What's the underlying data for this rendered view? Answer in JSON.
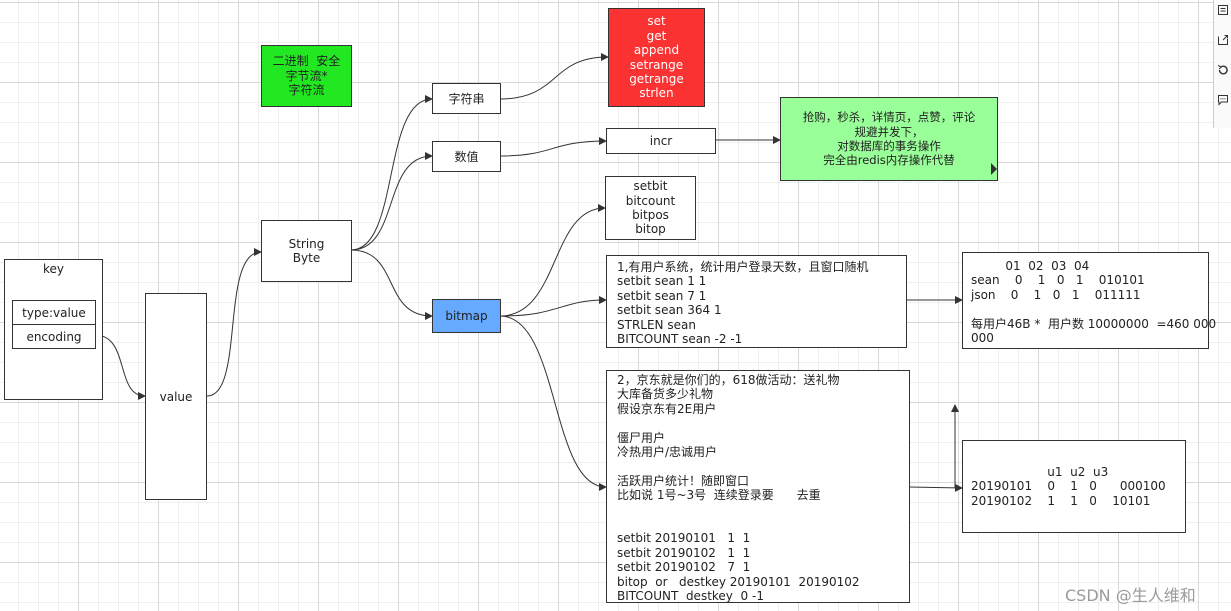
{
  "nodes": {
    "key": {
      "title": "key",
      "type_value": "type:value",
      "encoding": "encoding"
    },
    "value": "value",
    "string": [
      "String",
      "Byte"
    ],
    "binary_safe": [
      "二进制  安全",
      "字节流*",
      "字符流"
    ],
    "zifuchuan": "字符串",
    "shuzhi": "数值",
    "bitmap": "bitmap",
    "string_cmds": [
      "set",
      "get",
      "append",
      "setrange",
      "getrange",
      "strlen"
    ],
    "incr": "incr",
    "scenario": [
      "抢购，秒杀，详情页，点赞，评论",
      "规避并发下，",
      "对数据库的事务操作",
      "完全由redis内存操作代替"
    ],
    "bit_cmds": [
      "setbit",
      "bitcount",
      "bitpos",
      "bitop"
    ],
    "case1": [
      "1,有用户系统，统计用户登录天数，且窗口随机",
      "setbit sean 1 1",
      "setbit sean 7 1",
      "setbit sean 364 1",
      "STRLEN sean",
      "BITCOUNT sean -2 -1"
    ],
    "table1": [
      "         01  02  03  04",
      "sean    0    1   0   1    010101",
      "json    0    1   0   1    011111",
      "",
      "每用户46B *  用户数 10000000  =460 000",
      "000"
    ],
    "case2": [
      "2，京东就是你们的，618做活动：送礼物",
      "大库备货多少礼物",
      "假设京东有2E用户",
      "",
      "僵尸用户",
      "冷热用户/忠诚用户",
      "",
      "活跃用户统计！随即窗口",
      "比如说 1号~3号  连续登录要      去重",
      "",
      "",
      "setbit 20190101   1  1",
      "setbit 20190102   1  1",
      "setbit 20190102   7  1",
      "bitop  or   destkey 20190101  20190102",
      "BITCOUNT  destkey  0 -1"
    ],
    "table2": [
      "                    u1  u2  u3",
      "20190101    0    1   0      000100",
      "20190102    1    1   0    10101"
    ]
  },
  "colors": {
    "green": "#22e822",
    "red": "#fb3232",
    "light_green": "#99ff99",
    "blue": "#66aaff",
    "edge": "#333333"
  },
  "toolbar_icons": [
    "page-icon",
    "export-icon",
    "history-icon",
    "comment-icon"
  ],
  "watermark": "CSDN @生人维和"
}
